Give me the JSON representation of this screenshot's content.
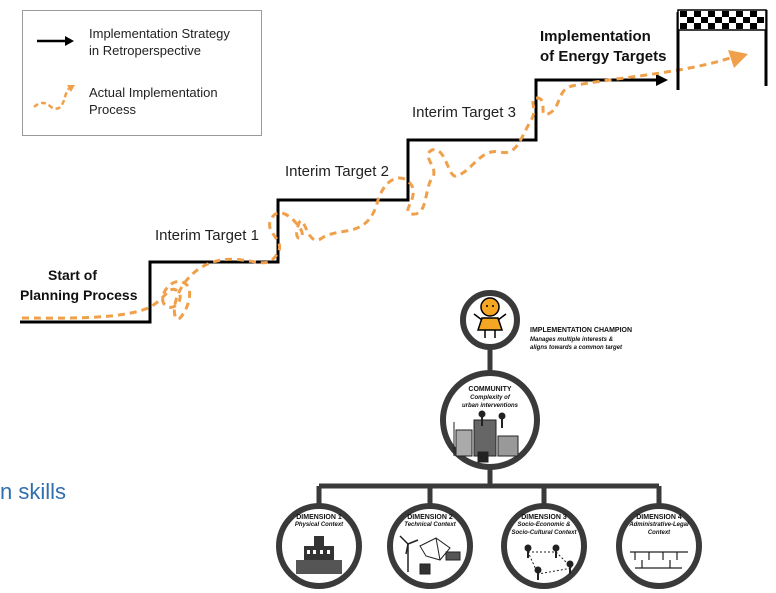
{
  "legend": {
    "strategy_label_line1": "Implementation Strategy",
    "strategy_label_line2": "in Retroperspective",
    "actual_label_line1": "Actual Implementation",
    "actual_label_line2": "Process"
  },
  "staircase": {
    "start_line1": "Start of",
    "start_line2": "Planning Process",
    "interim1": "Interim Target 1",
    "interim2": "Interim Target 2",
    "interim3": "Interim Target 3",
    "goal_line1": "Implementation",
    "goal_line2": "of Energy Targets"
  },
  "colors": {
    "strategy": "#000000",
    "actual": "#f0a04b",
    "side_text": "#2f6fb0"
  },
  "side_text": "n skills",
  "champion": {
    "title": "IMPLEMENTATION CHAMPION",
    "desc_line1": "Manages multiple interests &",
    "desc_line2": "aligns towards a common target"
  },
  "community": {
    "title": "COMMUNITY",
    "sub_line1": "Complexity of",
    "sub_line2": "urban interventions"
  },
  "dimensions": [
    {
      "title": "DIMENSION 1",
      "sub1": "Physical Context",
      "sub2": ""
    },
    {
      "title": "DIMENSION 2",
      "sub1": "Technical Context",
      "sub2": ""
    },
    {
      "title": "DIMENSION 3",
      "sub1": "Socio-Economic &",
      "sub2": "Socio-Cultural Context"
    },
    {
      "title": "DIMENSION 4",
      "sub1": "Administrative-Legal",
      "sub2": "Context"
    }
  ],
  "icons": [
    "arrow-right-icon",
    "dashed-arrow-icon",
    "finish-flag-icon",
    "person-icon",
    "city-icon",
    "building-icon",
    "wind-turbine-icon",
    "network-icon",
    "people-network-icon",
    "hierarchy-icon"
  ]
}
